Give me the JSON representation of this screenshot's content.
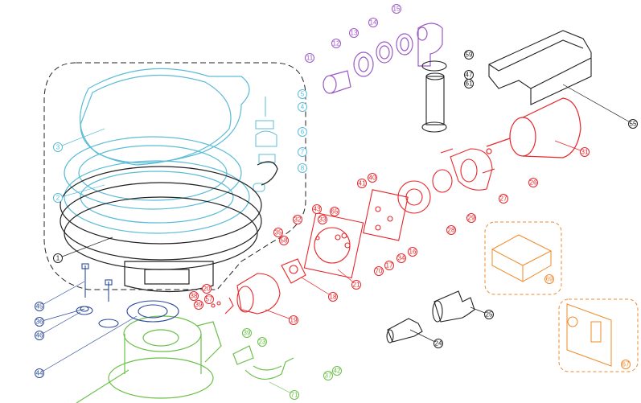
{
  "colors": {
    "seat": "#5bbcd6",
    "bowl": "#222222",
    "pump": "#e8262a",
    "inlet": "#9b59c6",
    "base": "#6cc04a",
    "fasteners": "#2b4a9a",
    "electrical": "#f08a2a"
  },
  "callouts": {
    "c1": "1",
    "c2": "2",
    "c3": "3",
    "c4": "4",
    "c5": "5",
    "c6": "6",
    "c7": "7",
    "c8": "8",
    "c11": "11",
    "c12": "12",
    "c13": "13",
    "c14": "14",
    "c15": "15",
    "c59": "59",
    "c47": "47",
    "c61": "61",
    "c55": "55",
    "c31": "31",
    "c26": "26",
    "c27": "27",
    "c29": "29",
    "c28": "28",
    "c16": "16",
    "c34": "34",
    "c17": "17",
    "c70": "70",
    "c21": "21",
    "c18": "18",
    "c19": "19",
    "c20": "20",
    "c38": "38",
    "c57a": "57",
    "c39a": "39",
    "c40": "40",
    "c41": "41",
    "c43": "43",
    "c65": "65",
    "c33": "33",
    "c32": "32",
    "c35": "35",
    "c58": "58",
    "c25": "25",
    "c24": "24",
    "c39b": "39",
    "c23": "23",
    "c42": "42",
    "c37": "37",
    "c71": "71",
    "c45": "45",
    "c36": "36",
    "c46": "46",
    "c44": "44",
    "c69": "69",
    "c67": "67"
  }
}
